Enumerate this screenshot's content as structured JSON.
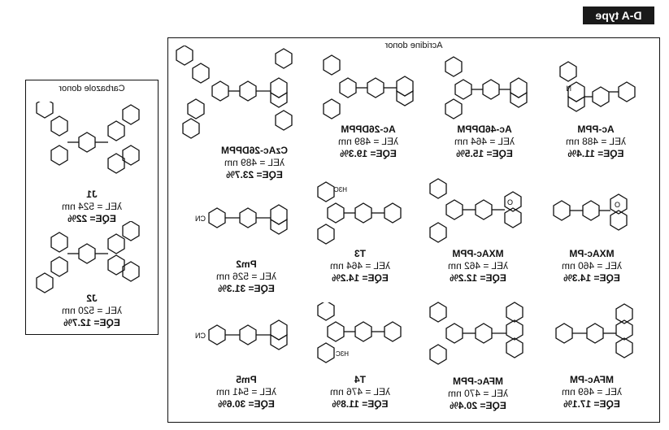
{
  "type_tag": "D-A type",
  "acridine_box": {
    "title": "Acridine donor",
    "compounds": [
      {
        "name": "Ac-PPM",
        "lambda": "λEL = 488 nm",
        "eqe": "EQE= 11.4%"
      },
      {
        "name": "Ac-46DPPM",
        "lambda": "λEL = 464 nm",
        "eqe": "EQE= 15.5%"
      },
      {
        "name": "Ac-26DPPM",
        "lambda": "λEL = 489 nm",
        "eqe": "EQE= 19.3%"
      },
      {
        "name": "CzAc-26DPPM",
        "lambda": "λEL = 489 nm",
        "eqe": "EQE= 23.7%"
      },
      {
        "name": "MXAc-PM",
        "lambda": "λEL = 460 nm",
        "eqe": "EQE= 14.3%"
      },
      {
        "name": "MXAc-PPM",
        "lambda": "λEL = 462 nm",
        "eqe": "EQE= 12.2%"
      },
      {
        "name": "T3",
        "lambda": "λEL = 464 nm",
        "eqe": "EQE= 14.2%"
      },
      {
        "name": "Pm2",
        "lambda": "λEL = 526 nm",
        "eqe": "EQE= 31.3%"
      },
      {
        "name": "MFAc-PM",
        "lambda": "λEL = 469 nm",
        "eqe": "EQE= 17.1%"
      },
      {
        "name": "MFAc-PPM",
        "lambda": "λEL = 470 nm",
        "eqe": "EQE= 20.4%"
      },
      {
        "name": "T4",
        "lambda": "λEL = 476 nm",
        "eqe": "EQE= 11.8%"
      },
      {
        "name": "Pm5",
        "lambda": "λEL = 541 nm",
        "eqe": "EQE= 30.6%"
      }
    ]
  },
  "carbazole_box": {
    "title": "Carbazole donor",
    "compounds": [
      {
        "name": "J1",
        "lambda": "λEL = 524 nm",
        "eqe": "EQE= 22%"
      },
      {
        "name": "J2",
        "lambda": "λEL = 520 nm",
        "eqe": "EQE= 12.7%"
      }
    ]
  },
  "atom_labels": {
    "n": "N",
    "o": "O",
    "cn": "CN",
    "ch3": "H3C"
  }
}
